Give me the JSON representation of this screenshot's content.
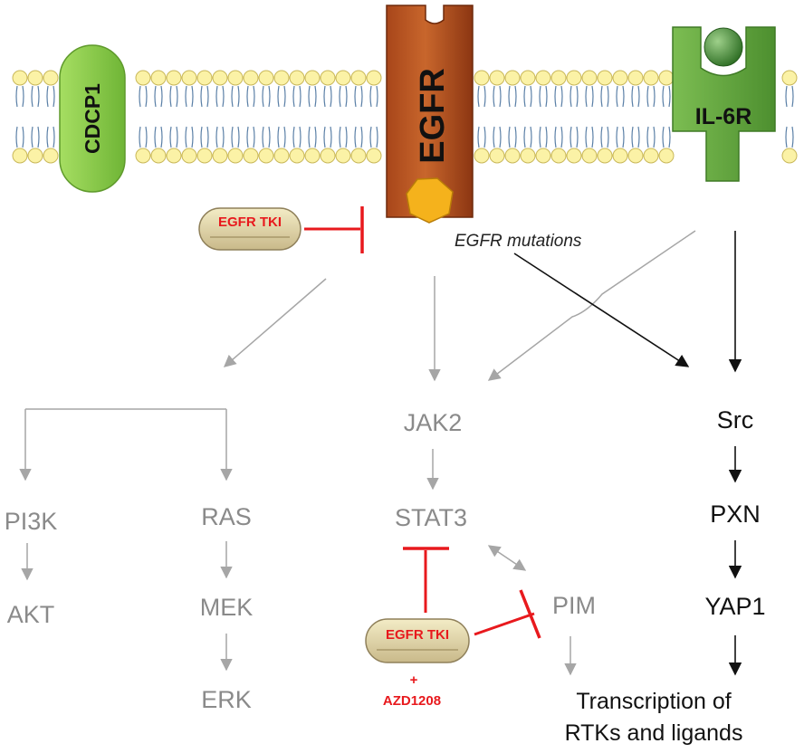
{
  "receptors": {
    "cdcp1": "CDCP1",
    "egfr": "EGFR",
    "il6r": "IL-6R"
  },
  "mutation_label": "EGFR mutations",
  "drugs": {
    "tki_top": "EGFR TKI",
    "tki_bottom": "EGFR TKI",
    "plus": "+",
    "azd": "AZD1208"
  },
  "nodes": {
    "pi3k": "PI3K",
    "akt": "AKT",
    "ras": "RAS",
    "mek": "MEK",
    "erk": "ERK",
    "jak2": "JAK2",
    "stat3": "STAT3",
    "pim": "PIM",
    "src": "Src",
    "pxn": "PXN",
    "yap1": "YAP1",
    "transcription_line1": "Transcription of",
    "transcription_line2": "RTKs and ligands"
  },
  "colors": {
    "inhibition": "#e8191d",
    "active_arrow": "#111111",
    "inactive_arrow": "#a6a6a6",
    "membrane_head": "#fbf2a6",
    "cdcp1": "#8dcf4a",
    "egfr": "#b4521b",
    "il6r": "#6aa944",
    "mutation": "#f5b21c"
  }
}
